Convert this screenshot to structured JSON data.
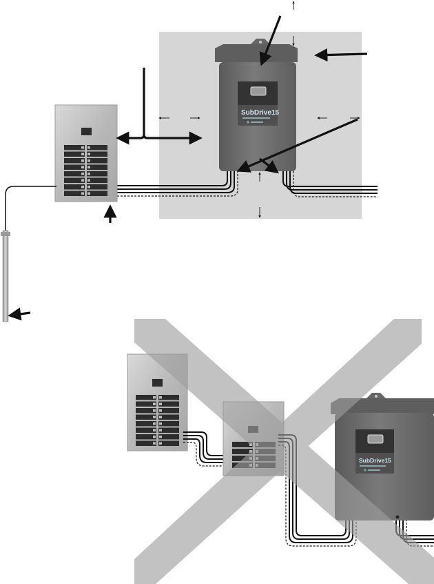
{
  "figure": {
    "brand_label": "SubDrive15",
    "correct_layout": {
      "items": [
        "clearance-zone",
        "breaker-panel",
        "drive-controller",
        "conduit-to-drive",
        "conduit-to-pump",
        "ground-rod",
        "callout-arrows",
        "clearance-arrows"
      ]
    },
    "incorrect_layout": {
      "items": [
        "main-breaker-panel",
        "sub-panel",
        "drive-controller",
        "conduit-main-to-sub",
        "conduit-sub-to-drive",
        "conduit-drive-out",
        "prohibited-x-mark"
      ]
    },
    "colors": {
      "clearance_zone": "#d6d6d6",
      "drive_housing": "#6d6d6d",
      "drive_lid": "#5f5f5f",
      "panel_body": "#bdbdbd",
      "breaker_dark": "#2d2d2d",
      "x_mark": "#9e9e9e",
      "arrow": "#111111"
    }
  }
}
